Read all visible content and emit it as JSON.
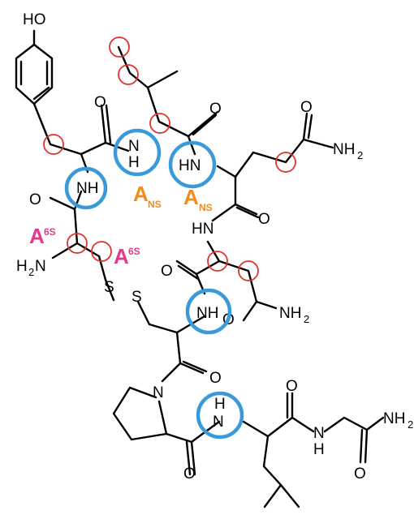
{
  "colors": {
    "nh_highlight": "#3a9ad9",
    "carbon_highlight": "#e0322f",
    "ans_label": "#f28a1e",
    "a6s_label": "#e4398a",
    "bond": "#000000"
  },
  "atoms": {
    "ho": "HO",
    "o": "O",
    "nh": "NH",
    "hn": "HN",
    "n": "N",
    "h": "H",
    "s": "S",
    "nh2": "NH",
    "sub2": "2",
    "h2n_main": "H",
    "h2n_sub": "2",
    "h2n_n": "N"
  },
  "labels": {
    "ans_main": "A",
    "ans_sub": "NS",
    "a6s_main": "A",
    "a6s_sup": "6S"
  }
}
